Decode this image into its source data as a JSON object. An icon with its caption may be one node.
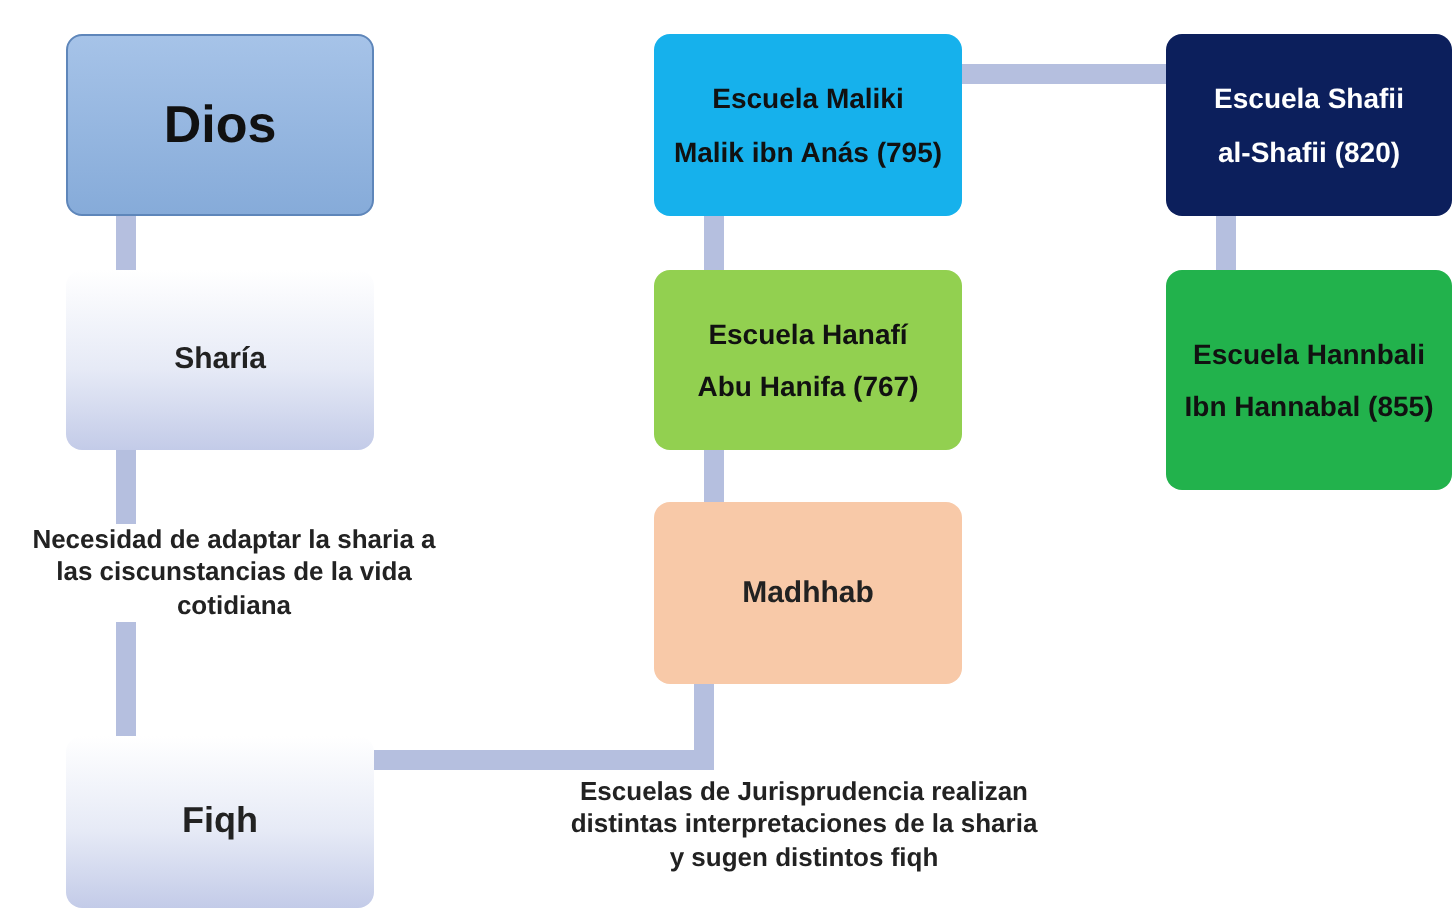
{
  "diagram": {
    "nodes": [
      {
        "text": [
          "Dios"
        ]
      },
      {
        "text": [
          "Sharía"
        ]
      },
      {
        "text": [
          "Fiqh"
        ]
      },
      {
        "text": [
          "Escuela Maliki",
          "Malik ibn Anás (795)"
        ]
      },
      {
        "text": [
          "Escuela Hanafí",
          "Abu Hanifa (767)"
        ]
      },
      {
        "text": [
          "Madhhab"
        ]
      },
      {
        "text": [
          "Escuela Shafii",
          "al-Shafii (820)"
        ]
      },
      {
        "text": [
          "Escuela Hannbali",
          "Ibn Hannabal (855)"
        ]
      }
    ],
    "edges": [
      {
        "from": 0,
        "to": 1,
        "arrow": "none"
      },
      {
        "from": 1,
        "to": 2,
        "arrow": "none",
        "label": "Necesidad de adaptar la sharia a las ciscunstancias de la vida cotidiana"
      },
      {
        "from": 2,
        "to": 5,
        "arrow": "none",
        "label": "Escuelas de Jurisprudencia realizan distintas interpretaciones de la sharia y sugen distintos fiqh"
      },
      {
        "from": 5,
        "to": 4,
        "arrow": "none"
      },
      {
        "from": 4,
        "to": 3,
        "arrow": "none"
      },
      {
        "from": 3,
        "to": 6,
        "arrow": "none"
      },
      {
        "from": 6,
        "to": 7,
        "arrow": "none"
      }
    ]
  }
}
